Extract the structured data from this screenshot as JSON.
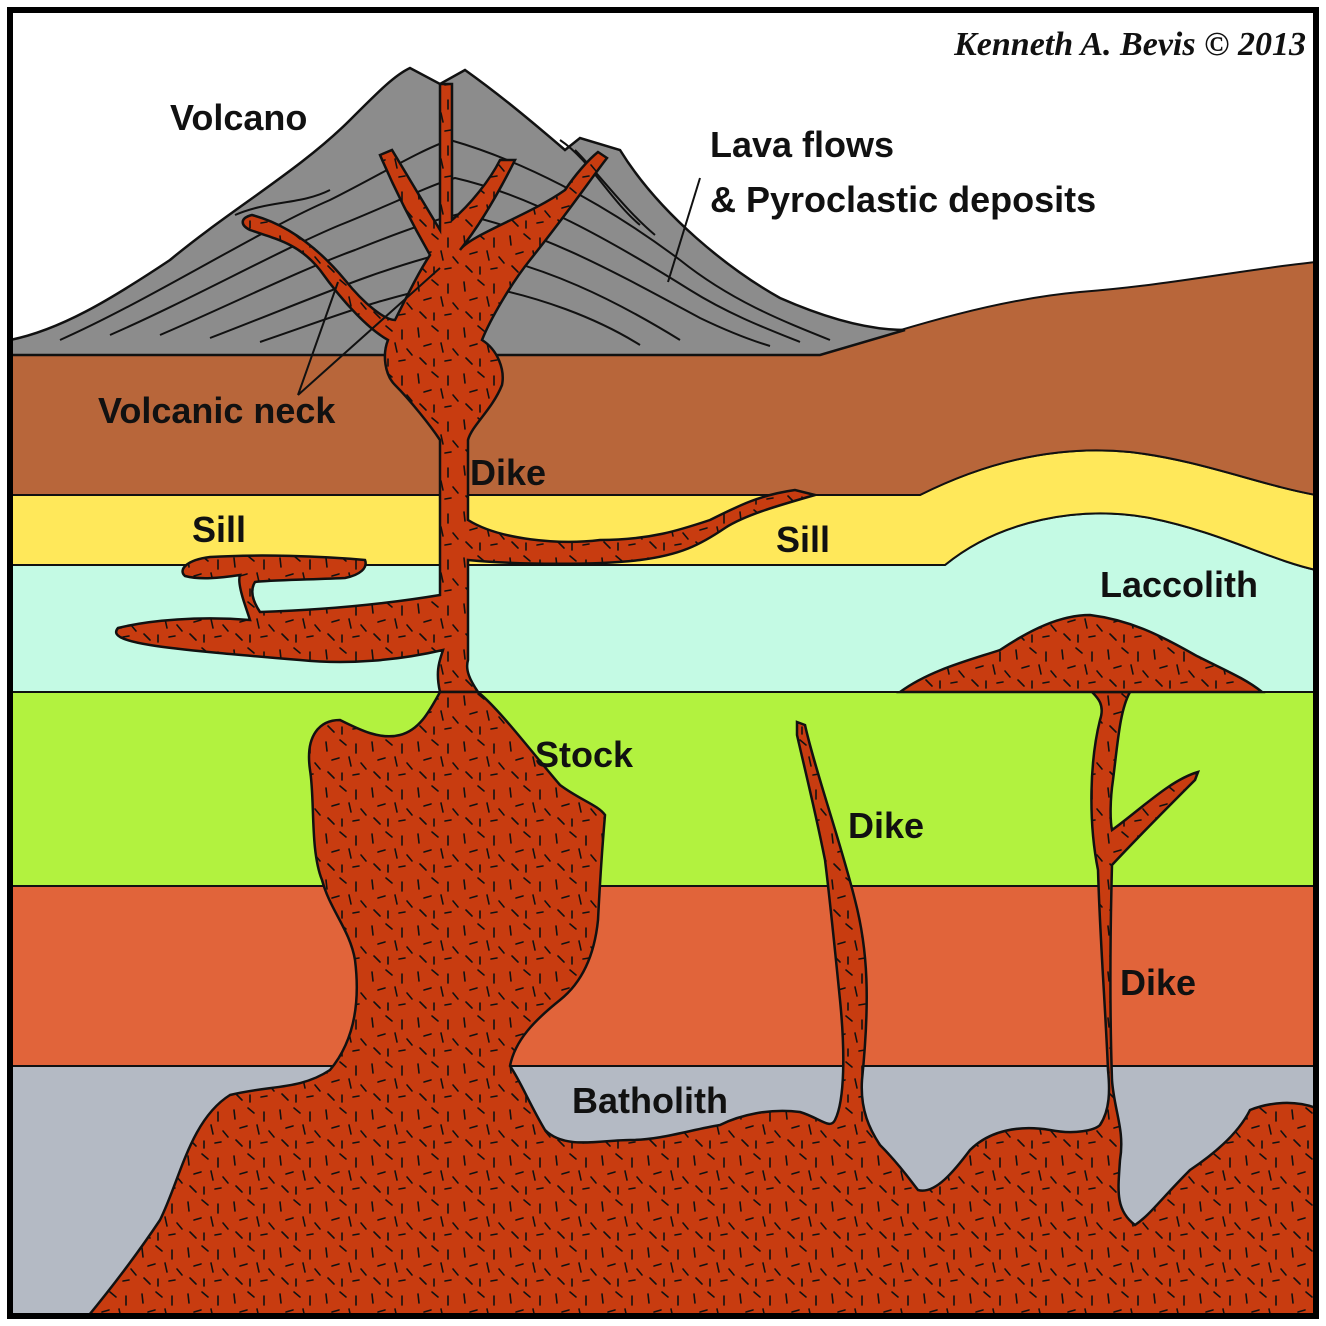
{
  "credit": "Kenneth A. Bevis © 2013",
  "labels": {
    "volcano": "Volcano",
    "lava_flows_line1": "Lava flows",
    "lava_flows_line2": "& Pyroclastic deposits",
    "volcanic_neck": "Volcanic neck",
    "dike_upper": "Dike",
    "sill_left": "Sill",
    "sill_right": "Sill",
    "laccolith": "Laccolith",
    "stock": "Stock",
    "dike_middle": "Dike",
    "dike_right": "Dike",
    "batholith": "Batholith"
  },
  "colors": {
    "sky": "#ffffff",
    "volcano": "#8c8c8c",
    "brown_layer": "#b8663a",
    "yellow_layer": "#ffe85a",
    "cyan_layer": "#c4fae4",
    "green_layer": "#b2f23f",
    "orange_layer": "#e1643a",
    "gray_layer": "#b4bac4",
    "magma": "#c83c10",
    "outline": "#111111"
  }
}
